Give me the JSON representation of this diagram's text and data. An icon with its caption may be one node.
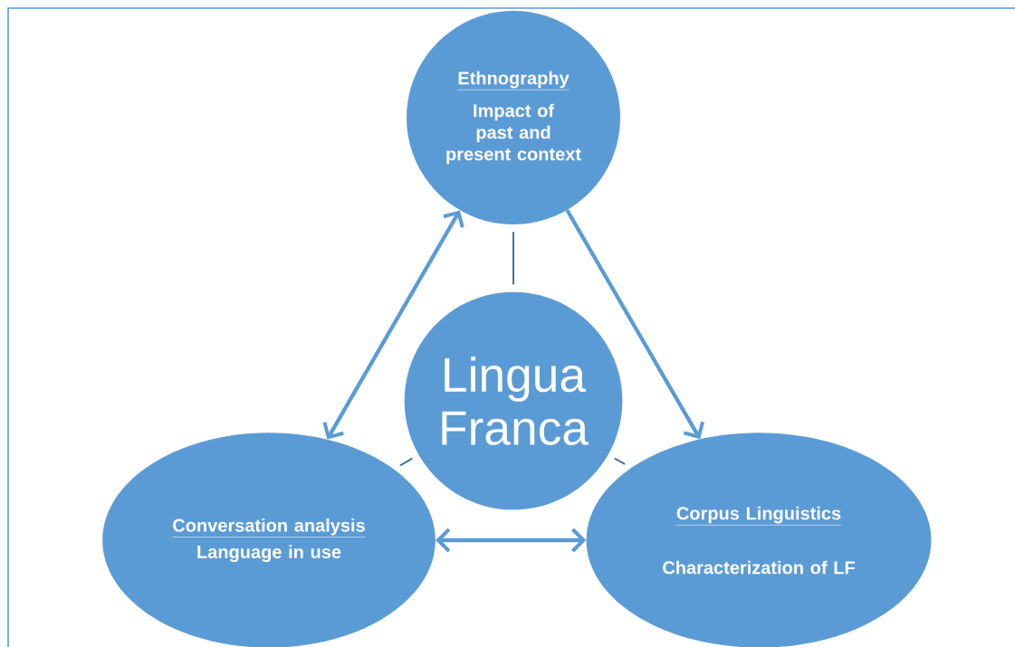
{
  "diagram": {
    "nodes": [
      {
        "text": [
          "Ethnography",
          "Impact of past and present context"
        ]
      },
      {
        "text": [
          "Lingua Franca"
        ]
      },
      {
        "text": [
          "Conversation analysis",
          "Language in use"
        ]
      },
      {
        "text": [
          "Corpus Linguistics",
          "Characterization of LF"
        ]
      }
    ],
    "edges": [
      {
        "from": 2,
        "to": 0,
        "arrow": "both",
        "style": "thick"
      },
      {
        "from": 0,
        "to": 3,
        "arrow": "to",
        "style": "thick"
      },
      {
        "from": 2,
        "to": 3,
        "arrow": "both",
        "style": "thick"
      },
      {
        "from": 1,
        "to": 0,
        "arrow": "none",
        "color": "#41719c"
      },
      {
        "from": 1,
        "to": 2,
        "arrow": "none",
        "color": "#41719c"
      },
      {
        "from": 1,
        "to": 3,
        "arrow": "none",
        "color": "#41719c"
      }
    ]
  }
}
